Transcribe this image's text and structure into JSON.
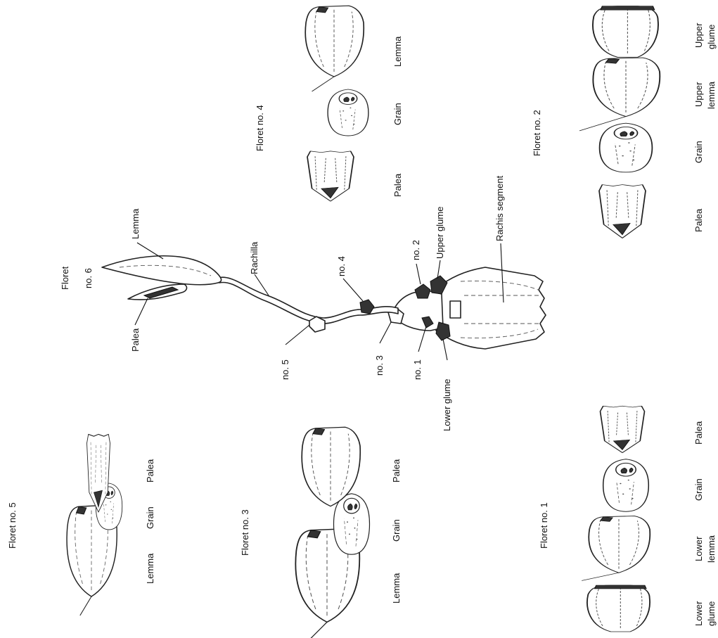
{
  "labels": {
    "floret_no_1": "Floret no. 1",
    "floret_no_2": "Floret no. 2",
    "floret_no_3": "Floret no. 3",
    "floret_no_4": "Floret no. 4",
    "floret_no_5": "Floret no. 5",
    "floret_no_6_line1": "Floret",
    "floret_no_6_line2": "no. 6",
    "lemma": "Lemma",
    "palea": "Palea",
    "grain": "Grain",
    "upper_glume": "Upper glume",
    "lower_glume": "Lower glume",
    "upper_glume_line1": "Upper",
    "upper_glume_line2": "glume",
    "upper_lemma_line1": "Upper",
    "upper_lemma_line2": "lemma",
    "lower_lemma_line1": "Lower",
    "lower_lemma_line2": "lemma",
    "lower_glume_line1": "Lower",
    "lower_glume_line2": "glume",
    "rachilla": "Rachilla",
    "rachis_segment": "Rachis segment",
    "no_1": "no. 1",
    "no_2": "no. 2",
    "no_3": "no. 3",
    "no_4": "no. 4",
    "no_5": "no. 5"
  }
}
